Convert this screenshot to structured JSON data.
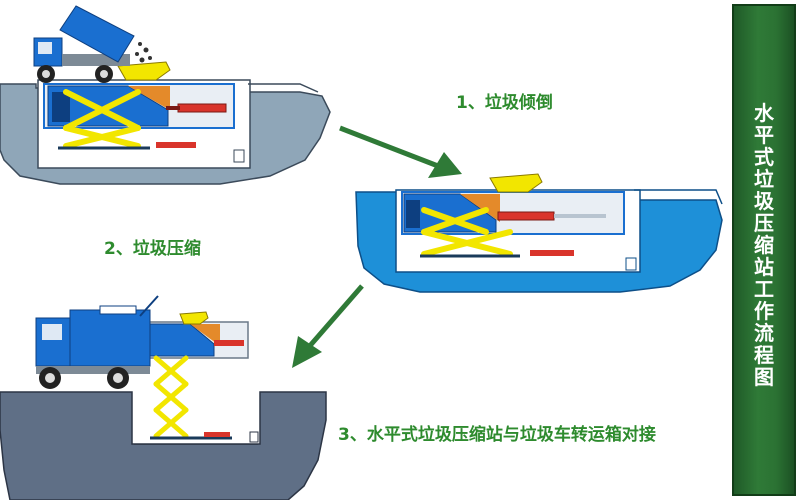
{
  "title": "水平式垃圾压缩站工作流程图",
  "steps": [
    {
      "label": "1、垃圾倾倒"
    },
    {
      "label": "2、垃圾压缩"
    },
    {
      "label": "3、水平式垃圾压缩站与垃圾车转运箱对接"
    }
  ],
  "colors": {
    "ground": "#8fa6b8",
    "ground_dark": "#5f6f86",
    "water_blue": "#1e90d8",
    "truck_blue": "#1a6fd0",
    "scissor_yellow": "#f2e600",
    "arrow_green": "#2f7a37",
    "sidebar_green": "#2f7a37",
    "cylinder_red": "#d9342b"
  }
}
